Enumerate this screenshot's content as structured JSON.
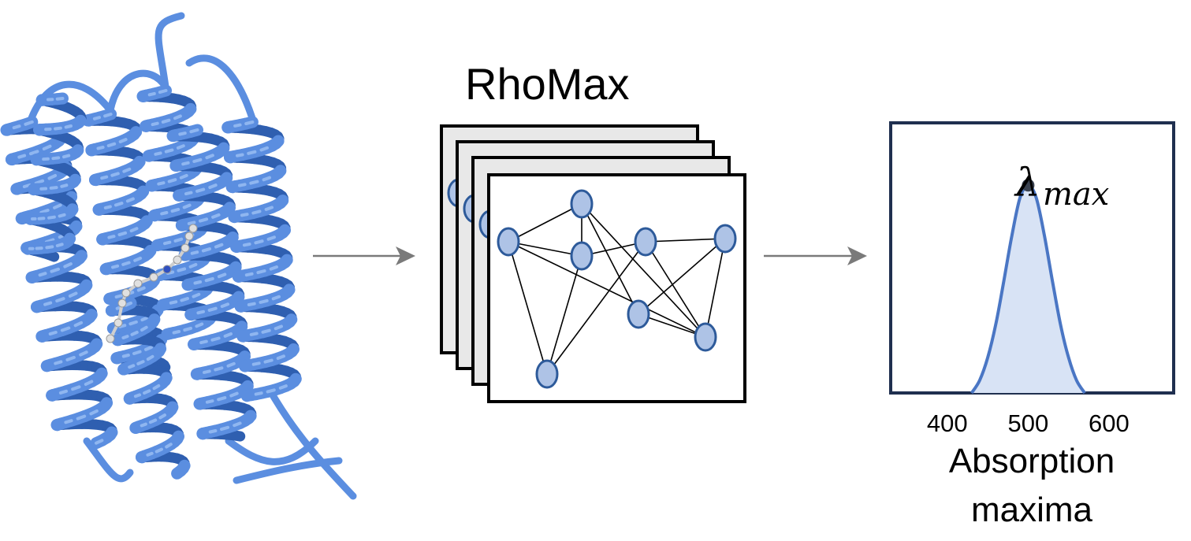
{
  "colors": {
    "helix": "#5b8ee0",
    "helix_dark": "#2f5fb0",
    "helix_light": "#8fb6f0",
    "node_fill": "#aec3e6",
    "node_stroke": "#2d5a9a",
    "arrow": "#7a7a7a",
    "card_back": "#e8e8e8",
    "plot_frame": "#1f2f4f",
    "curve": "#4a76c4",
    "curve_fill": "#d8e3f5",
    "peak_dot": "#3a4250"
  },
  "model": {
    "title": "RhoMax"
  },
  "chart_data": {
    "type": "line",
    "x": [
      430,
      440,
      450,
      460,
      470,
      480,
      490,
      500,
      510,
      520,
      530,
      540,
      550,
      560,
      570
    ],
    "y": [
      0.0,
      0.06,
      0.17,
      0.33,
      0.54,
      0.76,
      0.94,
      1.0,
      0.94,
      0.76,
      0.54,
      0.33,
      0.17,
      0.06,
      0.0
    ],
    "xticks": [
      "400",
      "500",
      "600"
    ],
    "xlabel_lines": [
      "Absorption",
      "maxima"
    ],
    "peak_label_main": "λ",
    "peak_label_sub": "max",
    "peak_x": 500,
    "xlim": [
      330,
      680
    ],
    "ylim": [
      0,
      1.3
    ]
  }
}
